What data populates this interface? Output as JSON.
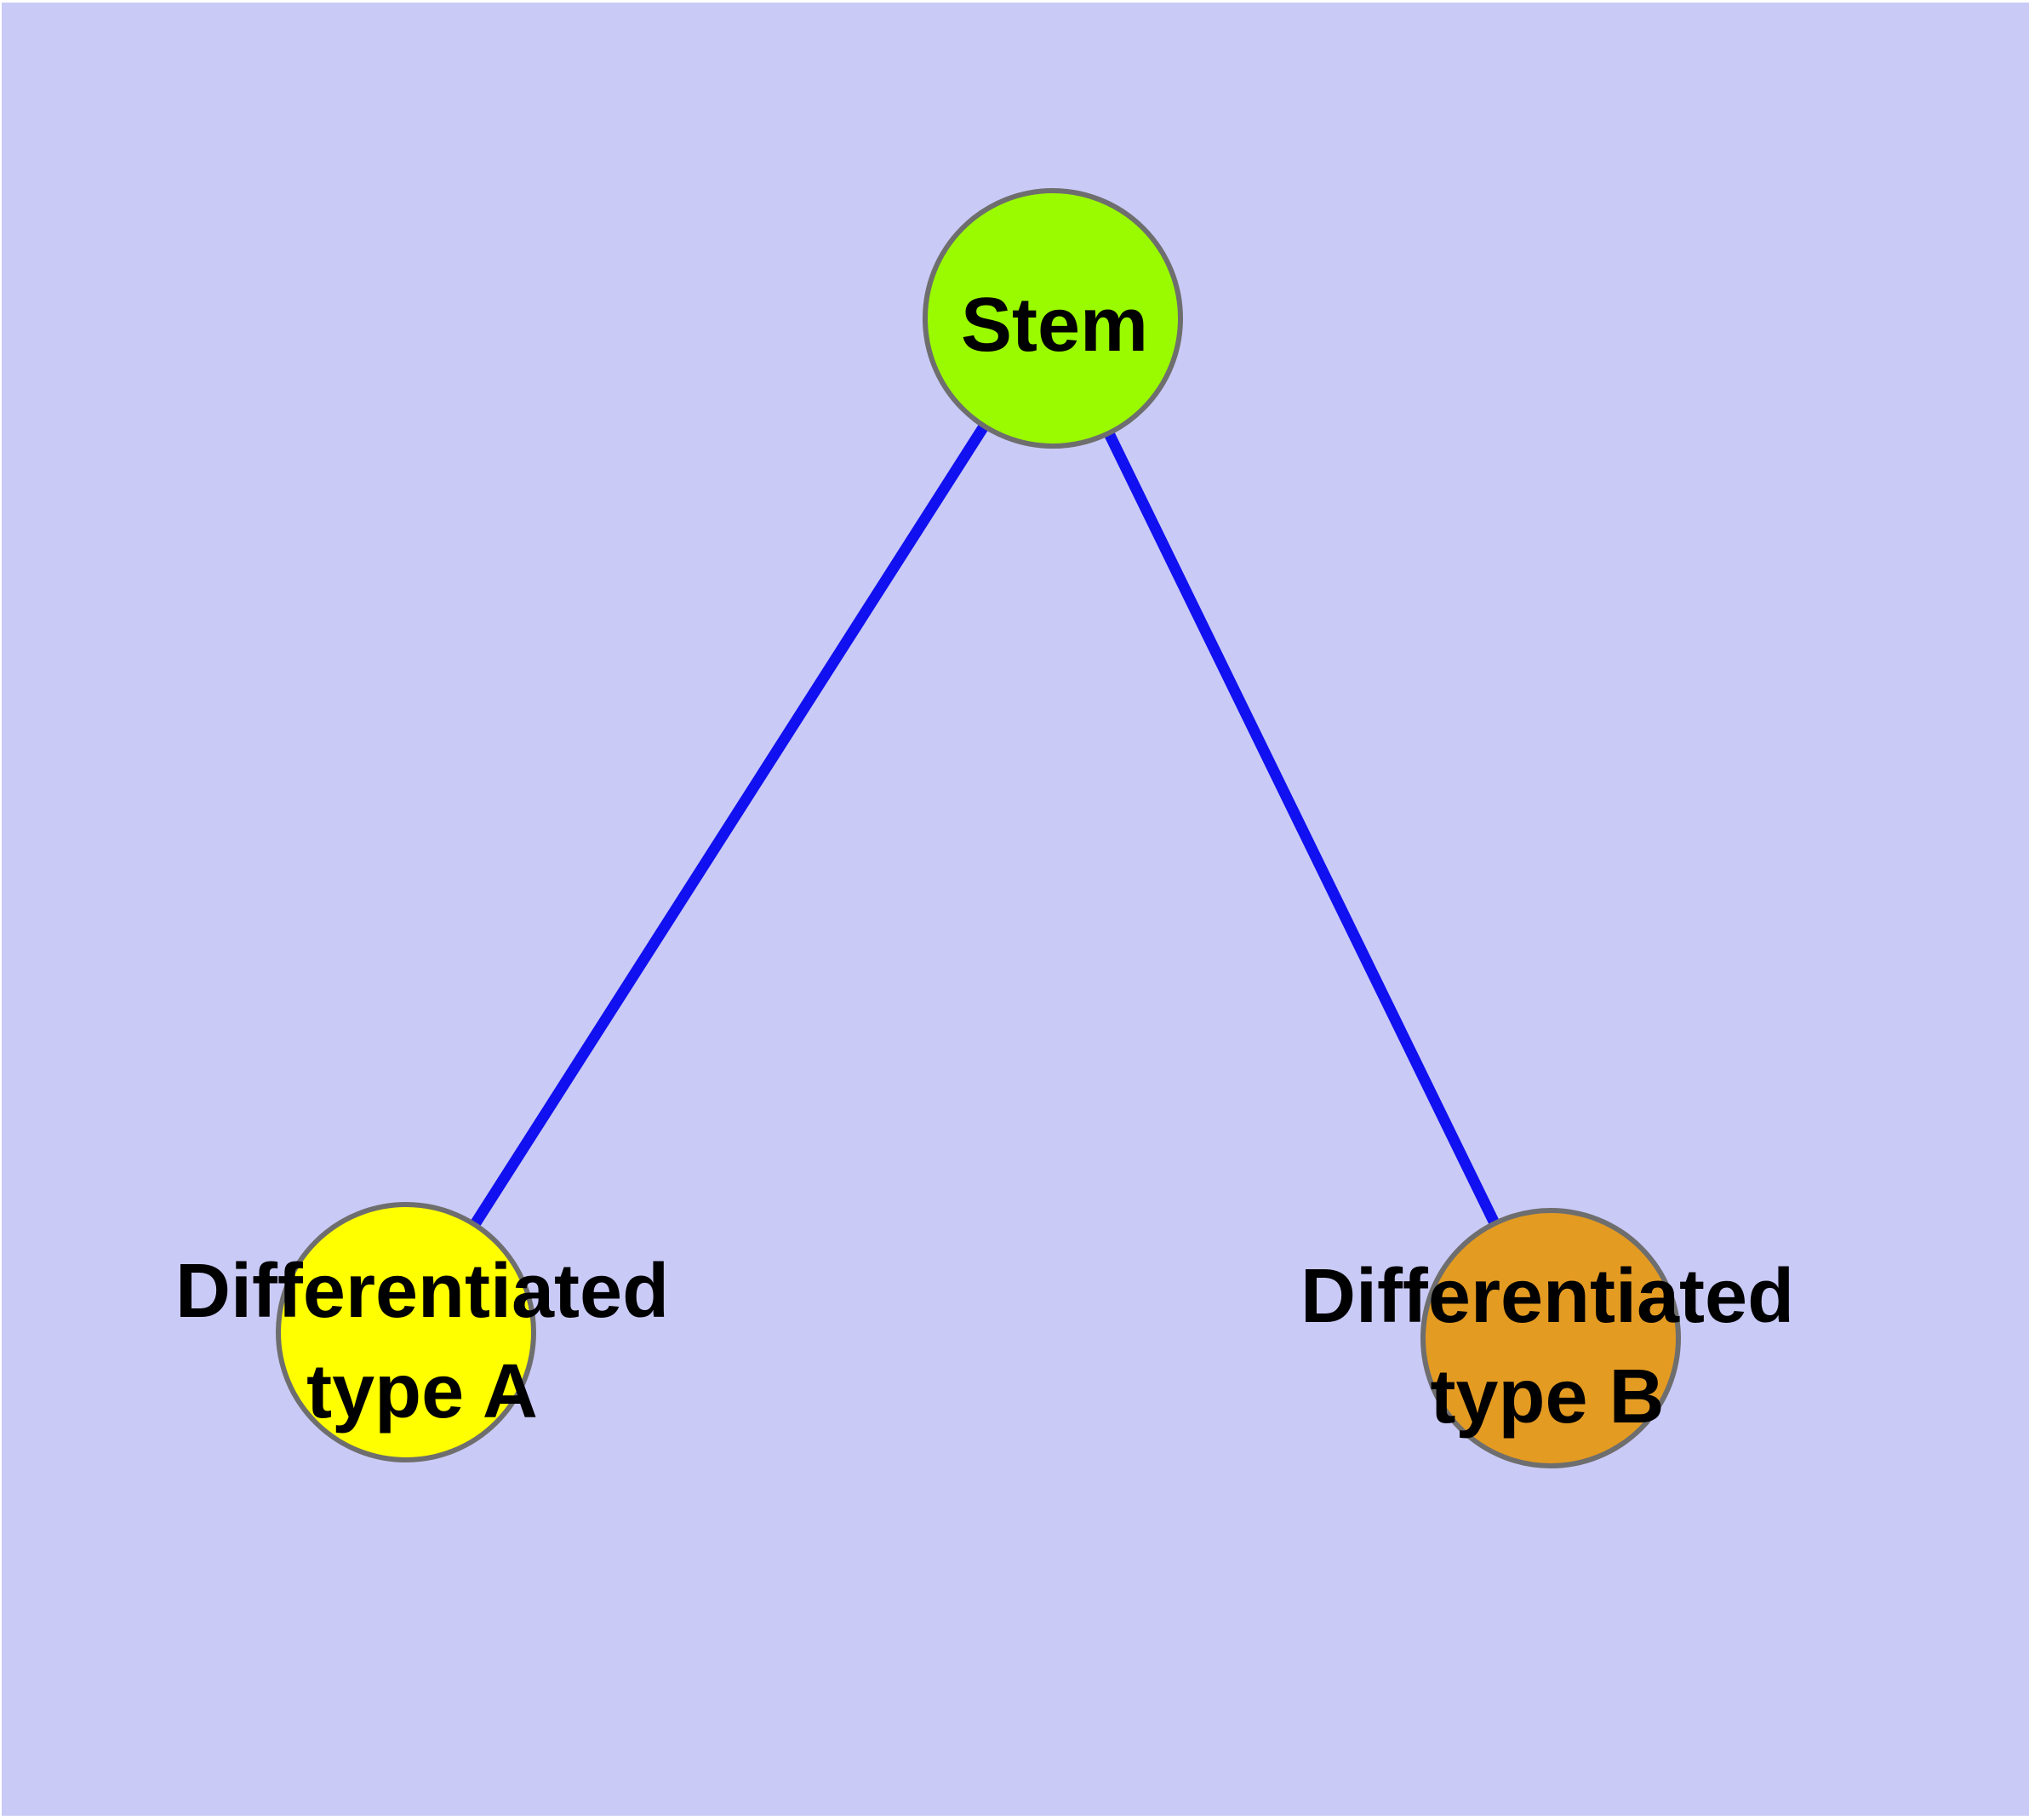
{
  "style": {
    "page_background": "#FFFFFF",
    "canvas_background": "#CACAF7",
    "edge_color": "#1010F0",
    "node_border_color": "#6E6E6E",
    "label_color": "#000000"
  },
  "nodes": [
    {
      "id": "stem",
      "label": "Stem",
      "color": "#9AFA00"
    },
    {
      "id": "differentiated-type-a",
      "label": "Differentiated\ntype A",
      "color": "#FFFF00"
    },
    {
      "id": "differentiated-type-b",
      "label": "Differentiated\ntype B",
      "color": "#E49B22"
    }
  ],
  "edges": [
    {
      "from": "Stem",
      "to": "Differentiated type A"
    },
    {
      "from": "Stem",
      "to": "Differentiated type B"
    }
  ]
}
